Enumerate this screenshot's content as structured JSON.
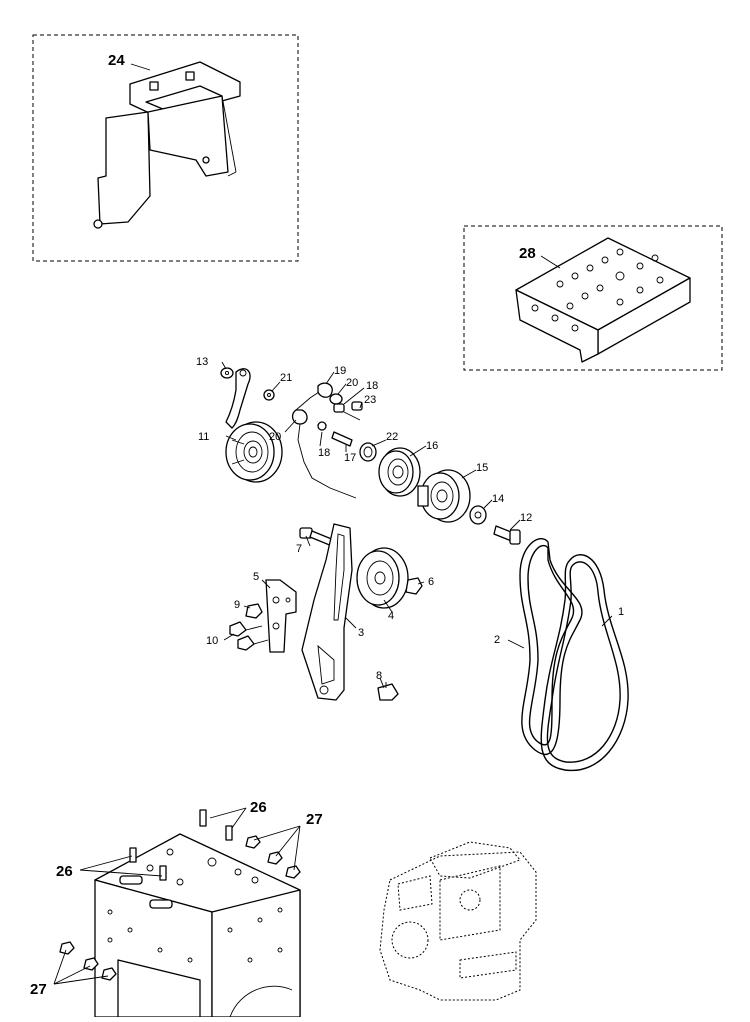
{
  "callouts": {
    "c1": "1",
    "c2": "2",
    "c3": "3",
    "c4": "4",
    "c5": "5",
    "c6": "6",
    "c7": "7",
    "c8": "8",
    "c9": "9",
    "c10": "10",
    "c11": "11",
    "c12": "12",
    "c13": "13",
    "c14": "14",
    "c15": "15",
    "c16": "16",
    "c17": "17",
    "c18a": "18",
    "c18b": "18",
    "c19": "19",
    "c20a": "20",
    "c20b": "20",
    "c21": "21",
    "c22": "22",
    "c23": "23",
    "c24": "24",
    "c26a": "26",
    "c26b": "26",
    "c27a": "27",
    "c27b": "27",
    "c28": "28"
  }
}
